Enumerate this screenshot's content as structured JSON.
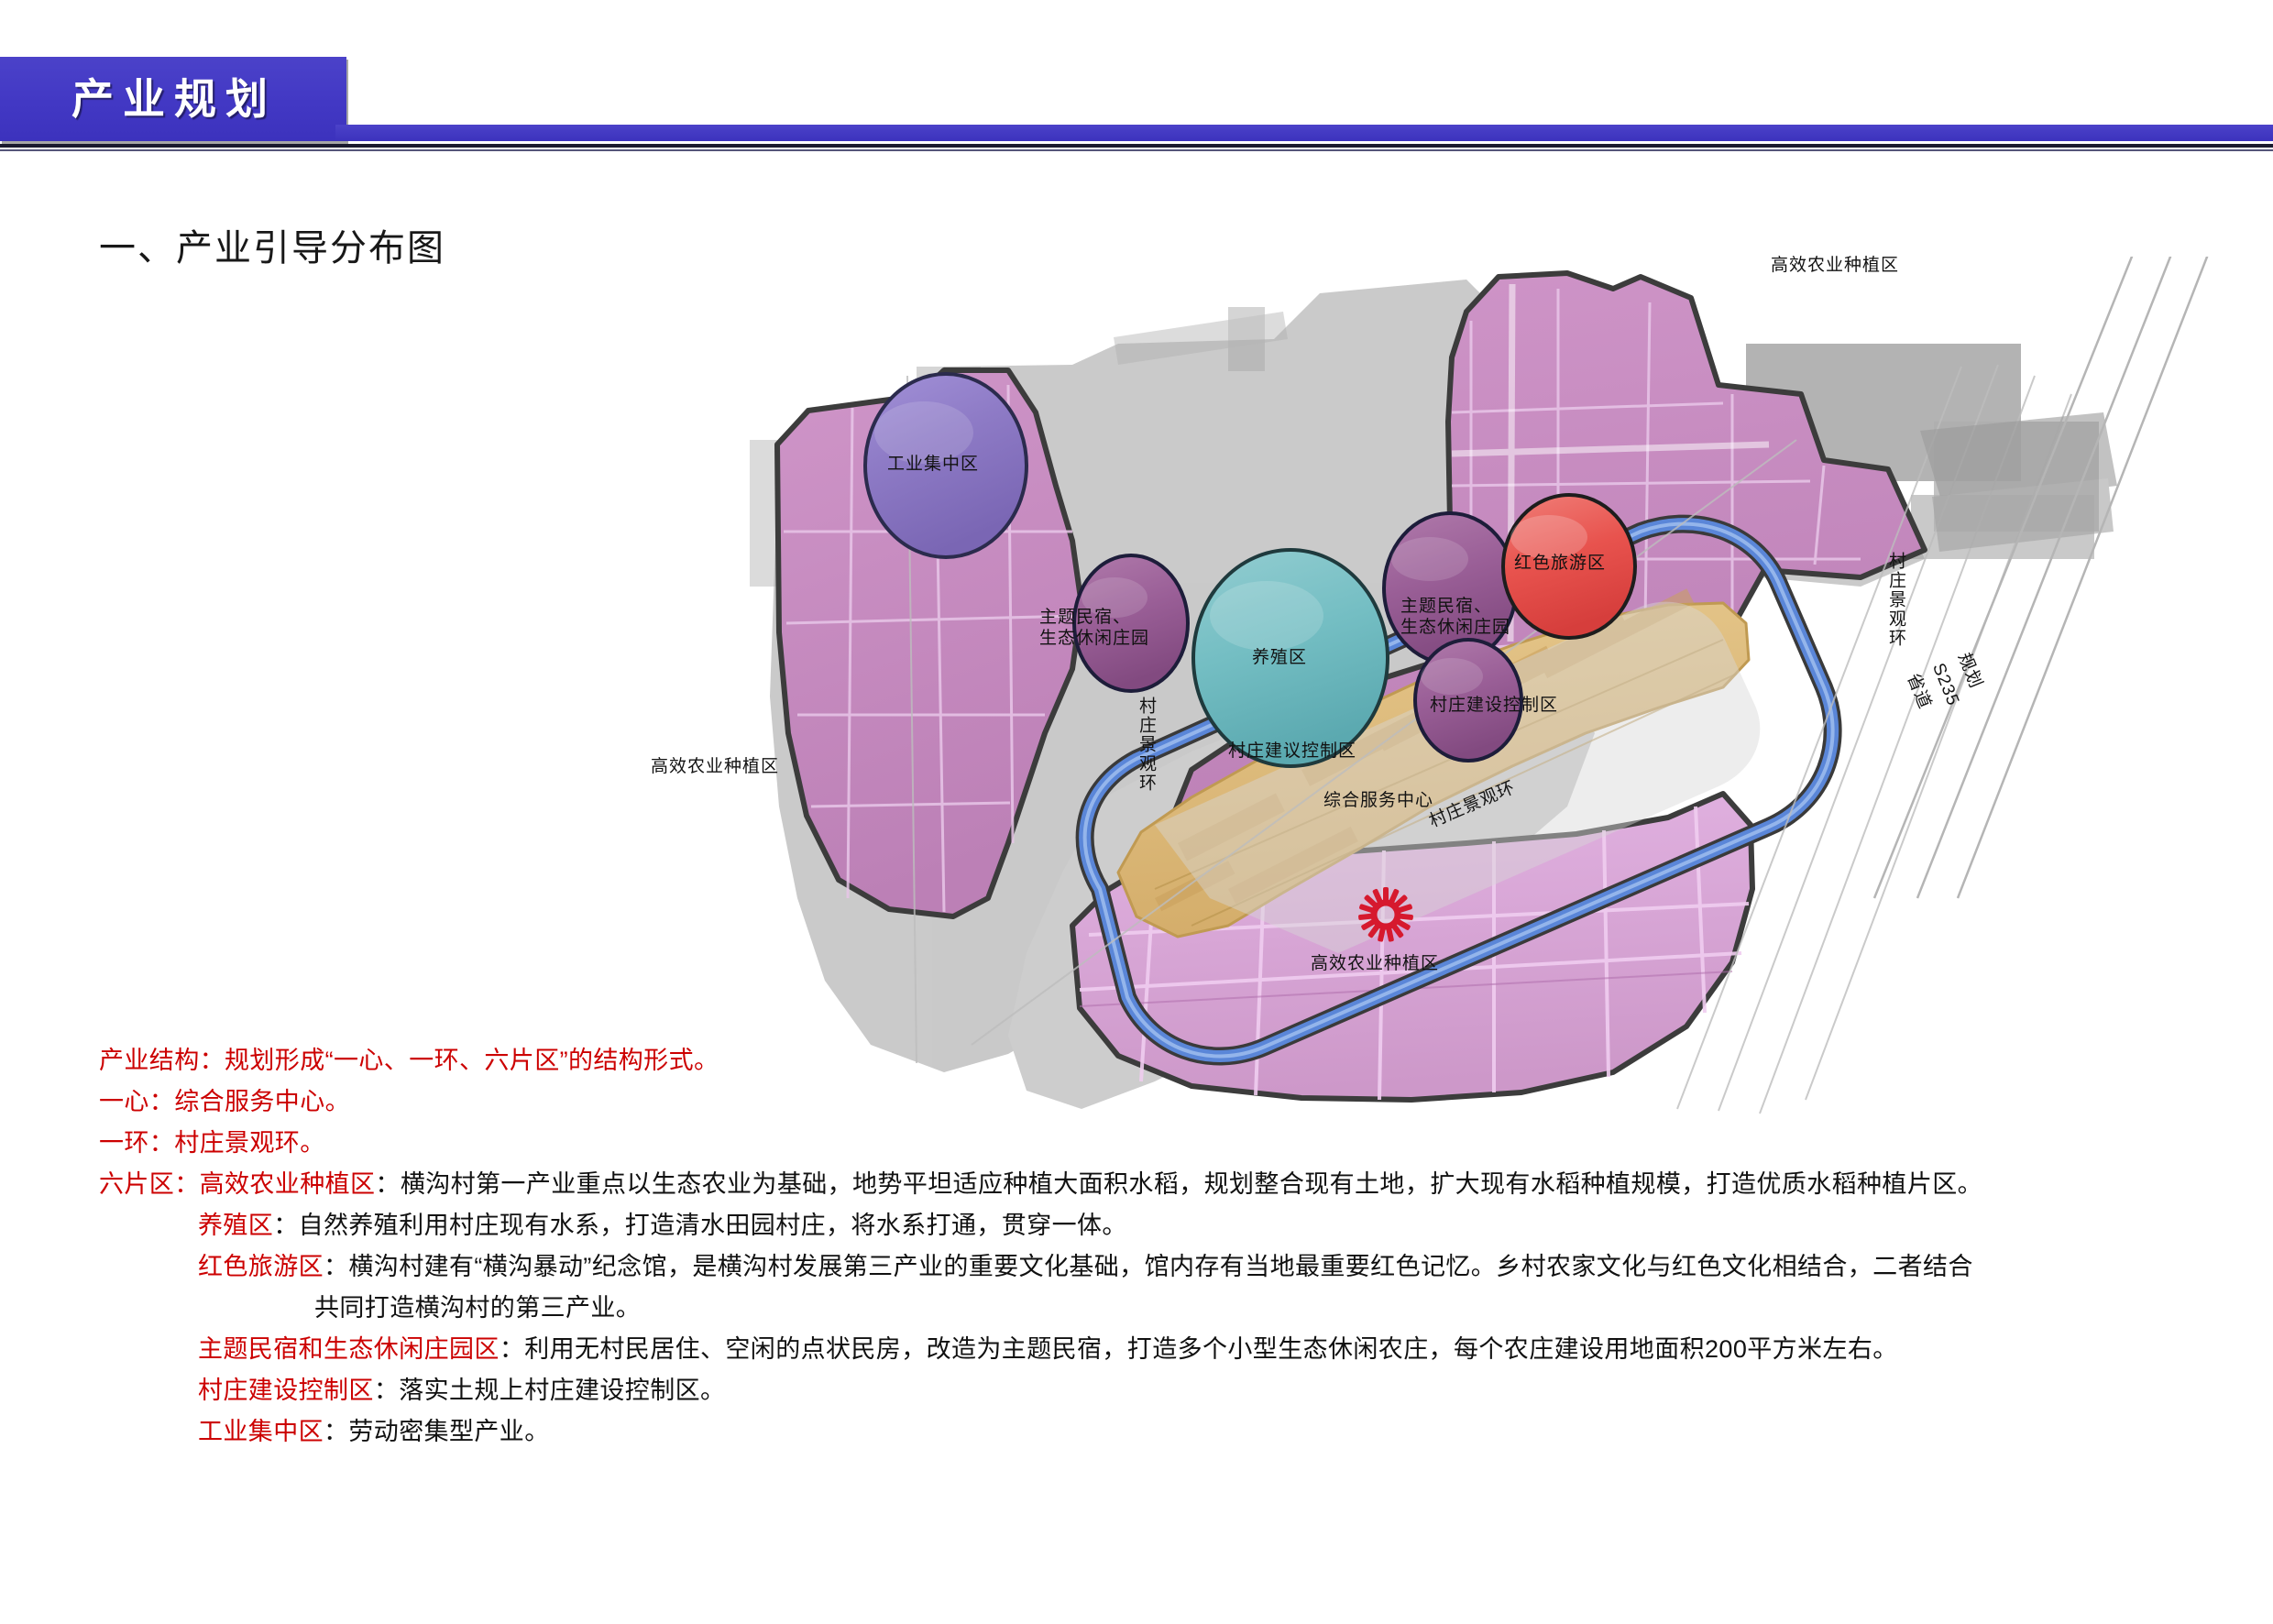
{
  "header": {
    "title": "产业规划",
    "band_color": "#4238c4"
  },
  "section": {
    "title": "一、产业引导分布图"
  },
  "map": {
    "labels": {
      "industry_zone": "工业集中区",
      "agri_top": "高效农业种植区",
      "agri_left": "高效农业种植区",
      "agri_bottom": "高效农业种植区",
      "breeding": "养殖区",
      "red_tourism": "红色旅游区",
      "homestay_left_line1": "主题民宿、",
      "homestay_left_line2": "生态休闲庄园",
      "homestay_right_line1": "主题民宿、",
      "homestay_right_line2": "生态休闲庄园",
      "village_ctrl_right": "村庄建设控制区",
      "village_ctrl_left": "村庄建议控制区",
      "service_center": "综合服务中心",
      "ring_left": "村庄景观环",
      "ring_right": "村庄景观环",
      "ring_bottom": "村庄景观环",
      "provincial_road_l1": "规划",
      "provincial_road_l2": "S235",
      "provincial_road_l3": "省道"
    },
    "colors": {
      "agriculture_pink": "#c98cc0",
      "agriculture_light_pink": "#ddaadd",
      "village_control_tan": "#dcb978",
      "ring_road_blue": "#4f7fd4",
      "industry_purple": "#8e7bc6",
      "breeding_teal": "#73bdc2",
      "red_tourism_red": "#e8534e",
      "homestay_purple": "#9a5f97",
      "base_gray": "#a8a8a8",
      "service_center_red": "#d6192e"
    }
  },
  "notes": [
    {
      "indent": 0,
      "parts": [
        {
          "text": "产业结构：规划形成“一心、一环、六片区”的结构形式。",
          "color": "red"
        }
      ]
    },
    {
      "indent": 0,
      "parts": [
        {
          "text": "一心：综合服务中心。",
          "color": "red"
        }
      ]
    },
    {
      "indent": 0,
      "parts": [
        {
          "text": "一环：村庄景观环。",
          "color": "red"
        }
      ]
    },
    {
      "indent": 0,
      "parts": [
        {
          "text": "六片区：",
          "color": "red"
        },
        {
          "text": "高效农业种植区",
          "color": "red"
        },
        {
          "text": "：横沟村第一产业重点以生态农业为基础，地势平坦适应种植大面积水稻，规划整合现有土地，扩大现有水稻种植规模，打造优质水稻种植片区。",
          "color": "black"
        }
      ]
    },
    {
      "indent": 1,
      "parts": [
        {
          "text": "养殖区",
          "color": "red"
        },
        {
          "text": "：自然养殖利用村庄现有水系，打造清水田园村庄，将水系打通，贯穿一体。",
          "color": "black"
        }
      ]
    },
    {
      "indent": 1,
      "parts": [
        {
          "text": "红色旅游区",
          "color": "red"
        },
        {
          "text": "：横沟村建有“横沟暴动”纪念馆，是横沟村发展第三产业的重要文化基础，馆内存有当地最重要红色记忆。乡村农家文化与红色文化相结合，二者结合",
          "color": "black"
        }
      ]
    },
    {
      "indent": 2,
      "parts": [
        {
          "text": "共同打造横沟村的第三产业。",
          "color": "black"
        }
      ]
    },
    {
      "indent": 1,
      "parts": [
        {
          "text": "主题民宿和生态休闲庄园区",
          "color": "red"
        },
        {
          "text": "：利用无村民居住、空闲的点状民房，改造为主题民宿，打造多个小型生态休闲农庄，每个农庄建设用地面积200平方米左右。",
          "color": "black"
        }
      ]
    },
    {
      "indent": 1,
      "parts": [
        {
          "text": "村庄建设控制区",
          "color": "red"
        },
        {
          "text": "：落实土规上村庄建设控制区。",
          "color": "black"
        }
      ]
    },
    {
      "indent": 1,
      "parts": [
        {
          "text": "工业集中区",
          "color": "red"
        },
        {
          "text": "：劳动密集型产业。",
          "color": "black"
        }
      ]
    }
  ]
}
